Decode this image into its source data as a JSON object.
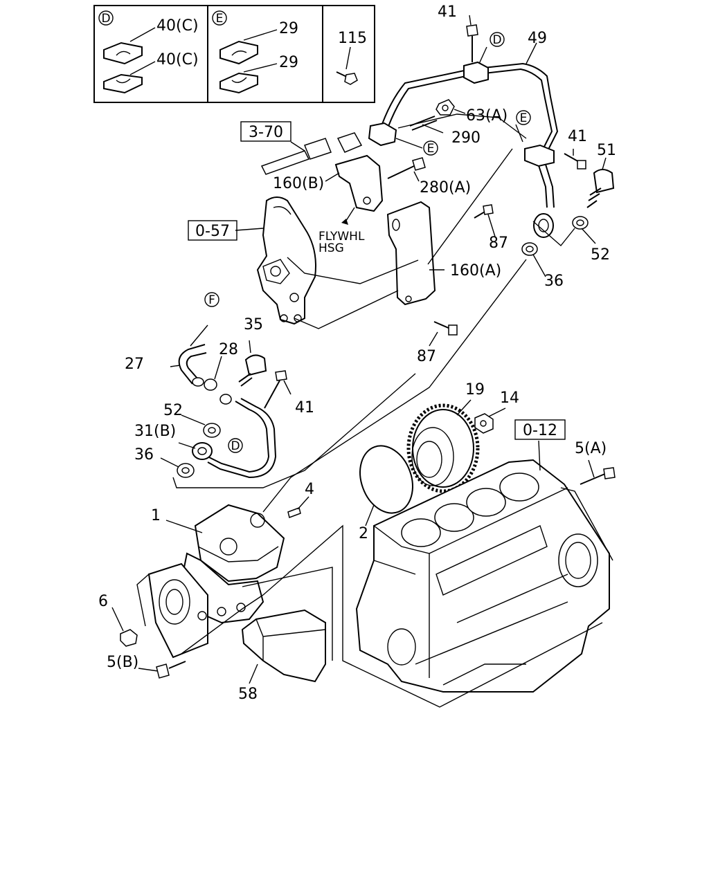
{
  "inset": {
    "d_circle": "D",
    "d_top": "40(C)",
    "d_bottom": "40(C)",
    "e_circle": "E",
    "e_top": "29",
    "e_bottom": "29",
    "bolt": "115"
  },
  "refs": {
    "ref_370": "3-70",
    "ref_057": "0-57",
    "ref_012": "0-12"
  },
  "callouts": {
    "c41_top": "41",
    "c49": "49",
    "c63a": "63(A)",
    "c290": "290",
    "cE1": "E",
    "cE2": "E",
    "cD1": "D",
    "cD2": "D",
    "cF": "F",
    "c41_right": "41",
    "c51": "51",
    "c160b": "160(B)",
    "c280a": "280(A)",
    "c87a": "87",
    "c87b": "87",
    "c52_right": "52",
    "c160a": "160(A)",
    "c36_right": "36",
    "c35": "35",
    "c27": "27",
    "c28": "28",
    "c41_mid": "41",
    "c52_left": "52",
    "c31b": "31(B)",
    "c36_left": "36",
    "c19": "19",
    "c14": "14",
    "c5a": "5(A)",
    "c4": "4",
    "c1": "1",
    "c2": "2",
    "c6": "6",
    "c5b": "5(B)",
    "c58": "58"
  },
  "notes": {
    "flywhl": "FLYWHL",
    "hsg": "HSG"
  }
}
